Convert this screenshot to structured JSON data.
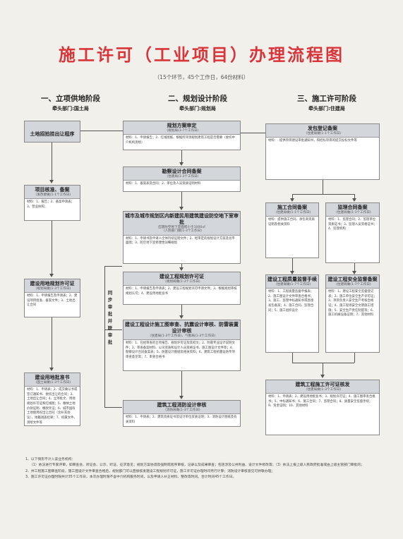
{
  "title": "施工许可（工业项目）办理流程图",
  "subtitle": "（15个环节，45个工作日，64份材料）",
  "phases": [
    {
      "name": "一、立项供地阶段",
      "dept": "牵头部门:国土局"
    },
    {
      "name": "二、规划设计阶段",
      "dept": "牵头部门:规划局"
    },
    {
      "name": "三、施工许可阶段",
      "dept": "牵头部门:住建局"
    }
  ],
  "col1": {
    "land": "土地招拍挂出让程序",
    "approval": {
      "title": "项目核准、备案",
      "sub": "（发改委做(1-1个工作日)",
      "body": "材料：1、报告；2、备案申请表；3、营业执照；"
    },
    "landplan": {
      "title": "建设用地规划许可证",
      "sub": "（规划局做(1-3个工作日)",
      "body": "材料：1、申请报告及申请表；2、建设项目批准、备案文件；3、土地出让合同"
    },
    "landuse": {
      "title": "建设用地批准书",
      "sub": "（国土局做(1-3个工作日)",
      "body": "材料：1、申请表；2、成交确认书或签订通知书、委托出让的合同；3、土地出让合同；4、立项批文、用地规划许可证和红线图；5、缴纳土地价款证明、缴款凭证；6、城市国有土地使用权出让合同（含补充协议）、地籍调查结果；7、权属文件、测绘文件等"
    }
  },
  "col2": {
    "scheme": {
      "title": "规划方案审定",
      "sub": "（规划局(3-7个工作日)",
      "body": "材料：1、申请报告；2、红线图纸、根据所评测规划建筑工程是否需要（委托中介机构测绘）"
    },
    "survey": {
      "title": "勘察设计合同备案",
      "sub": "（住建局(1-3个工作日)",
      "body": "材料：1、备案表及合同；2、单位及人员资质证明材料"
    },
    "civil": {
      "title": "城市及城市规划区内新建民用建筑建设防空地下室审批",
      "sub": "（人防部门做(1-3个工作日)",
      "sub2": "应建防空地下室面积小于1000㎡",
      "body": "材料：1、申请书及申请人全体持续证明文件；2、经审定的规划设计方案及总平面图；3、防空地下室修建性详细规划"
    },
    "permit": {
      "title": "建设工程规划许可证",
      "sub": "（规划局做(1-3个工作日)",
      "body": "材料：1、申请报告及申请表；2、建设工程规划许可申请文件；3、根据规划审核规划认可；4、建设用地批准书"
    },
    "design": {
      "title": "建设工程设计施工图审查、抗震设计审核、防雷装置设计审核",
      "sub": "（住建局(1-3个工作日)、气象局(1-3个工作日)",
      "body": "材料：1、已经审查的立项报告、规划许可证及其批文；2、防雷专业设计说明文件；3、审查备案材料、公司资质和设计人员资格证书、施工图设计文件等；4、勘察设计合同备案表；5、防雷设计图纸及相关资料；6、建筑工程抗震设防专项审查意见等；7、审查合格书"
    },
    "fire": {
      "title": "建筑工程消防设计审核",
      "sub": "（消防局做(1-3个工作日)",
      "body": "材料：1、申请表；2、建筑资质证书及设计单位资质证明；3、消防设计图纸及有关资料"
    }
  },
  "vertical_note": "同步审批并联审批",
  "col3": {
    "start": {
      "title": "发包登记备案",
      "sub": "（住建局做(1-1个工作日)",
      "body": "材料：..提供项目建设审批通知书，和招标项目的提交投标文件等"
    },
    "contract": {
      "title": "施工合同备案",
      "sub": "（住建局做(1-1个工作日)",
      "body": "材料：提供施工合同、承包商资质证明及相关资料"
    },
    "supervise": {
      "title": "监理合同备案",
      "sub": "（住建局做(1-1个工作日)",
      "body": "材料：1、监理合同；2、监理单位资质证书；3、监理人员资格证书；4、监理机构"
    },
    "quality": {
      "title": "建设工程质量监督手续",
      "sub": "（住建局做(1-7个工作日)",
      "body": "材料：1、工程质量监督申报表；2、施工图设计文件审查合格书；3、施工、监理中标通知书或直接发包备案；4、施工合同、监理合同；5、施工组织设计"
    },
    "safety": {
      "title": "建设工程安全监督备案",
      "sub": "（住建局做(1-7个工作日)",
      "body": "材料：1、建设工程安全监督登记表；2、施工单位安全生产许可证；3、项目负责人安全生产考核合格证；4、施工现场安全文明施工措施；5、安全生产责任制度等；6、施工机械设备证明；7、其他材料"
    },
    "final": {
      "title": "建筑工程施工许可证核发",
      "sub": "（住建局做(1-3个工作日)",
      "body": "材料：1、申请表；2、建设用地批准书；3、规划许可证；4、施工图审查合格书；5、中标通知书；6、施工合同；7、监理合同；8、质量安全监督手续；9、资金证明；10、其他材料"
    }
  },
  "notes": [
    "1、以下情形不计入该业务机构：",
    "（1）依法进行专家评审，如审查会、听证会、公示、听证、征求意见；规划方案协调及强制或程序审核，记录以及成果审查；包括涉及公共利益、设计文件修改等；（3）依法上报上级人民政府批准或由上级主管部门审批的；",
    "2、并工程施工图审查阶段，施工图设计文件审查合格后，规划部门可以直接核发建设工程规划许可证，施工许可证办理时间另行计算；消防设计审核意见可并联办理；",
    "3、施工许可证办理时限共计35个工作日，本次办理时限不含中介机构服务时间，以及申请人补正材料、整改等时间。合计时间45个工作日。"
  ]
}
